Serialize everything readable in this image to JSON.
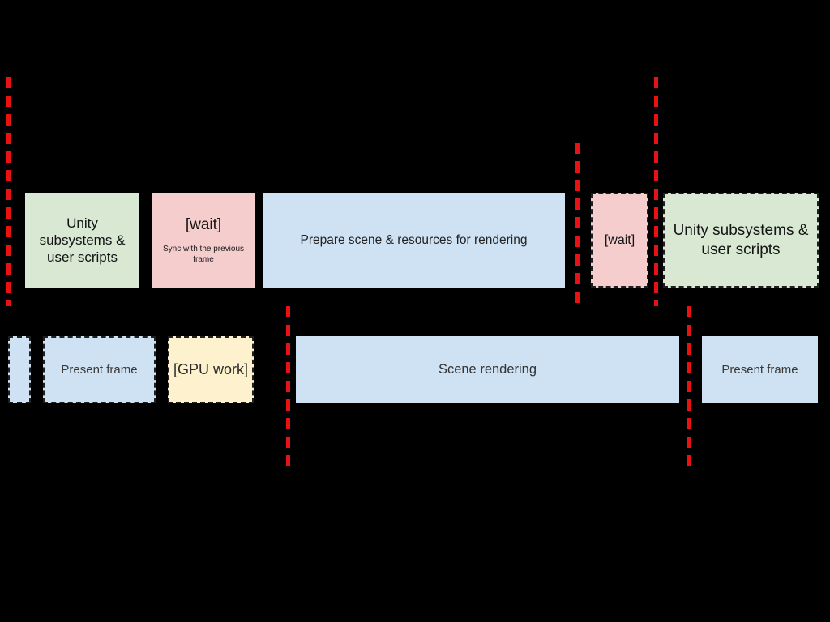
{
  "colors": {
    "background": "#000000",
    "fill_green": "#d9e8d3",
    "fill_pink": "#f5cdcd",
    "fill_blue": "#cfe2f3",
    "fill_yellow": "#fdf2cd",
    "boundary_line_red": "#e91212",
    "dashed_border": "#1f1f1f",
    "text_dark": "#141414"
  },
  "top_row": {
    "unity_box_label": "Unity\nsubsystems &\nuser scripts",
    "wait_box_label": "[wait]",
    "wait_box_sublabel": "Sync with the previous\nframe",
    "prepare_box_label": "Prepare scene & resources for rendering",
    "wait2_box_label": "[wait]",
    "unity2_box_label": "Unity subsystems &\nuser scripts"
  },
  "bottom_row": {
    "stub_box_label": "",
    "present_frame_label": "Present frame",
    "gpu_work_label": "[GPU work]",
    "scene_rendering_label": "Scene rendering",
    "present_frame2_label": "Present frame"
  }
}
